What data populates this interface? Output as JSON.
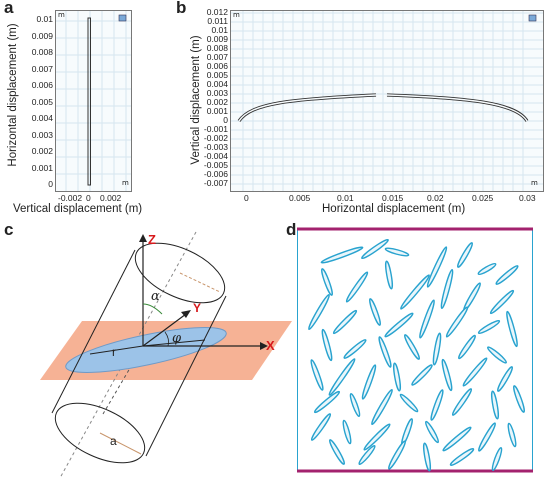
{
  "panels": {
    "a": {
      "label": "a",
      "ylabel": "Horizontal displacement (m)",
      "xlabel": "Vertical displacement (m)",
      "yticks": [
        "0.01",
        "0.009",
        "0.008",
        "0.007",
        "0.006",
        "0.005",
        "0.004",
        "0.003",
        "0.002",
        "0.001",
        "0"
      ],
      "xticks": [
        "-0.002",
        "0",
        "0.002"
      ],
      "unit_top": "m",
      "unit_bottom": "m"
    },
    "b": {
      "label": "b",
      "ylabel": "Vertical displacement (m)",
      "xlabel": "Horizontal displacement (m)",
      "yticks": [
        "0.012",
        "0.011",
        "0.01",
        "0.009",
        "0.008",
        "0.007",
        "0.006",
        "0.005",
        "0.004",
        "0.003",
        "0.002",
        "0.001",
        "0",
        "-0.001",
        "-0.002",
        "-0.003",
        "-0.004",
        "-0.005",
        "-0.006",
        "-0.007"
      ],
      "xticks": [
        "0",
        "0.005",
        "0.01",
        "0.015",
        "0.02",
        "0.025",
        "0.03"
      ],
      "unit_top": "m",
      "unit_bottom": "m"
    },
    "c": {
      "label": "c",
      "axis_z": "Z",
      "axis_y": "Y",
      "axis_x": "X",
      "angle_alpha": "α",
      "angle_phi": "φ",
      "radius": "r",
      "semi_axis": "a"
    },
    "d": {
      "label": "d"
    }
  },
  "colors": {
    "accent_red": "#d7191c",
    "plane": "#f4a582",
    "ellipse": "#9cc3e8",
    "fracture": "#29a3cf",
    "border_magenta": "#a3226e",
    "grid": "#d6e6f0"
  }
}
